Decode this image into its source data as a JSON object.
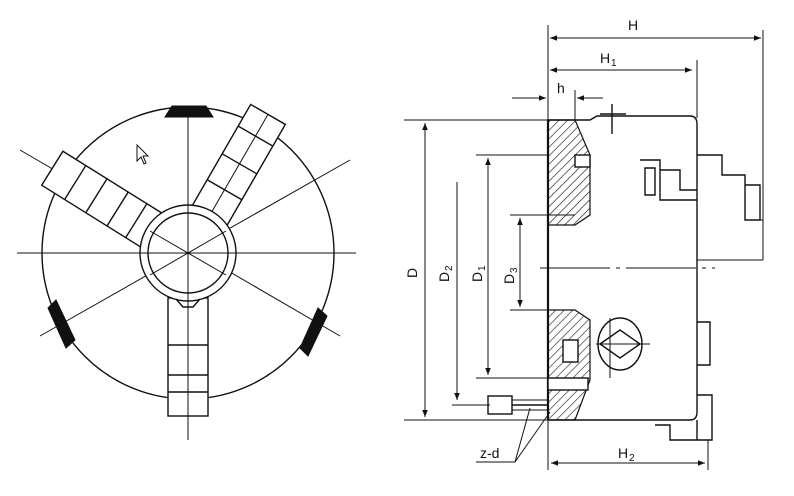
{
  "labels": {
    "H": "H",
    "H1": "H",
    "H1_sub": "1",
    "H2": "H",
    "H2_sub": "2",
    "h": "h",
    "D": "D",
    "D1": "D",
    "D1_sub": "1",
    "D2": "D",
    "D2_sub": "2",
    "D3": "D",
    "D3_sub": "3",
    "zd": "z-d"
  },
  "icons": {
    "cursor": "mouse-pointer-icon"
  }
}
